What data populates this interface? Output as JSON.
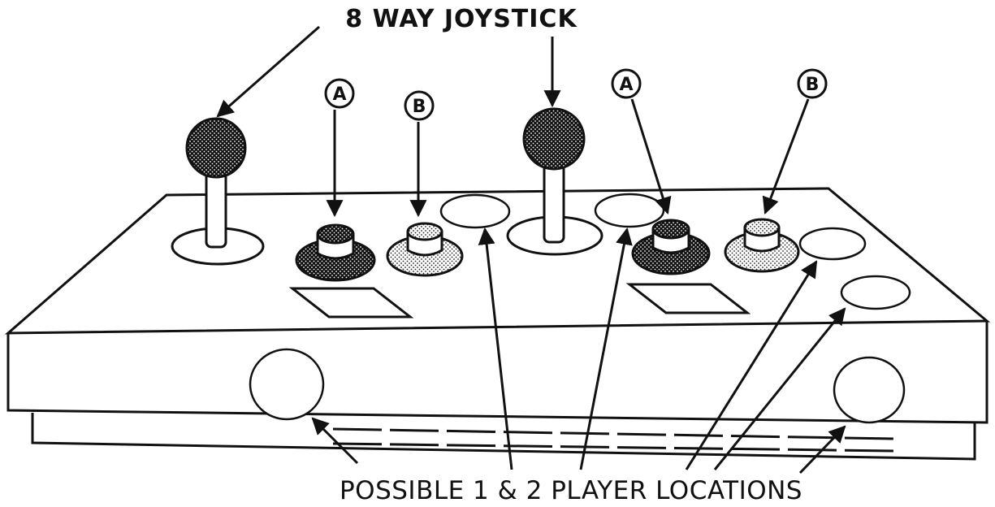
{
  "diagram": {
    "top_label": "8 WAY JOYSTICK",
    "bottom_label": "POSSIBLE 1 & 2 PLAYER LOCATIONS",
    "button_labels": {
      "p1_a": "A",
      "p1_b": "B",
      "p2_a": "A",
      "p2_b": "B"
    }
  }
}
